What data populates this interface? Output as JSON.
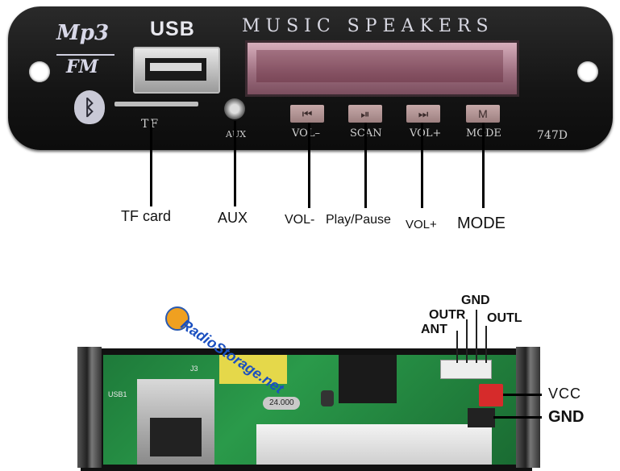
{
  "panel": {
    "brand_top": "Mp3",
    "brand_bottom": "FM",
    "bluetooth_icon": "bluetooth-icon",
    "usb_label": "USB",
    "title": "MUSIC SPEAKERS",
    "tf_label": "TF",
    "aux_label": "AUX",
    "model": "747D",
    "buttons": [
      {
        "icon": "⏮",
        "label": "VOL–"
      },
      {
        "icon": "⏯",
        "label": "SCAN"
      },
      {
        "icon": "⏭",
        "label": "VOL+"
      },
      {
        "icon": "M",
        "label": "MODE"
      }
    ]
  },
  "callouts": {
    "tf_card": "TF card",
    "aux": "AUX",
    "vol_minus": "VOL-",
    "play_pause": "Play/Pause",
    "vol_plus": "VOL+",
    "mode": "MODE"
  },
  "board": {
    "watermark": "RadioStorage.net",
    "pins": {
      "gnd_top": "GND",
      "outr": "OUTR",
      "outl": "OUTL",
      "ant": "ANT",
      "vcc": "VCC",
      "gnd_side": "GND"
    },
    "silk": {
      "usb": "USB1",
      "j3": "J3",
      "crystal": "24.000"
    }
  },
  "colors": {
    "panel": "#141414",
    "display": "#b98a9b",
    "pcb": "#2a9a4a",
    "connector_red": "#d62b2b",
    "watermark": "#1a4fc0"
  }
}
